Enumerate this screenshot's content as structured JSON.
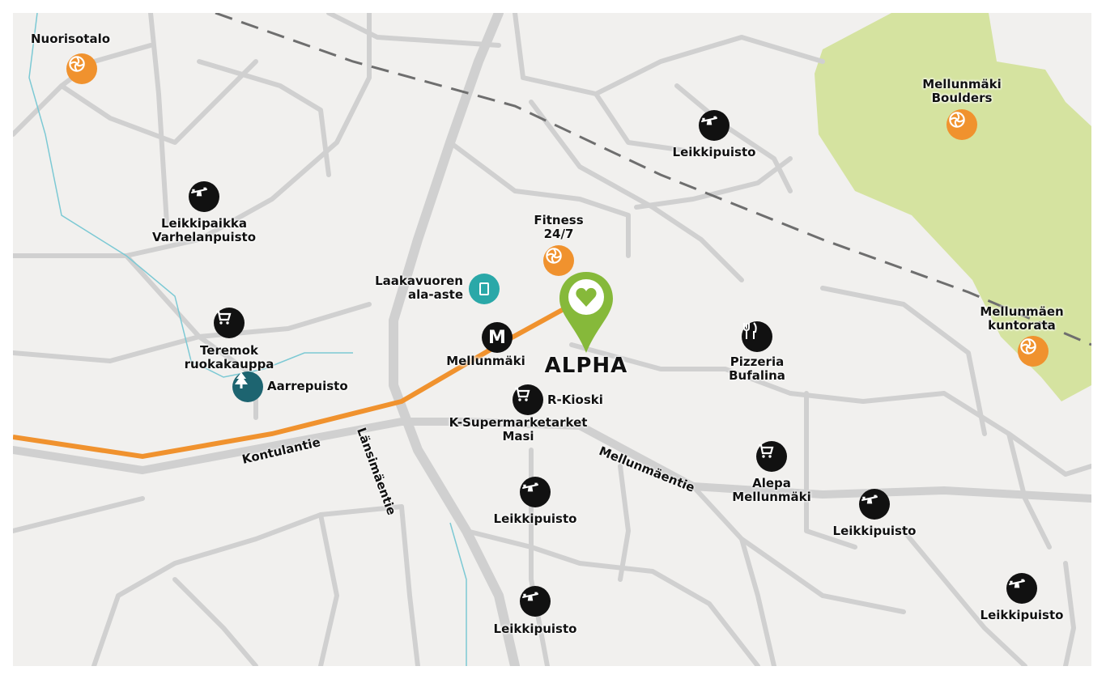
{
  "colors": {
    "background": "#f1f0ee",
    "road": "#d0d0d0",
    "metro_line": "#f0922e",
    "park": "#d5e3a0",
    "pin": "#86b93a",
    "stream": "#7cc9d4",
    "sports": "#f0922e",
    "school": "#2aa8a8",
    "park_icon": "#1d6470"
  },
  "destination": {
    "label": "ALPHA",
    "icon": "heart-pin-icon"
  },
  "streets": {
    "kontulantie": "Kontulantie",
    "lansimaentie": "Länsimäentie",
    "mellunmaentie": "Mellunmäentie"
  },
  "pois": {
    "nuorisotalo": {
      "label": "Nuorisotalo",
      "icon": "sports-icon"
    },
    "boulders": {
      "line1": "Mellunmäki",
      "line2": "Boulders",
      "icon": "sports-icon"
    },
    "leikkipuisto_ne": {
      "label": "Leikkipuisto",
      "icon": "playground-icon"
    },
    "varhelanpuisto": {
      "line1": "Leikkipaikka",
      "line2": "Varhelanpuisto",
      "icon": "playground-icon"
    },
    "fitness": {
      "line1": "Fitness",
      "line2": "24/7",
      "icon": "sports-icon"
    },
    "school": {
      "line1": "Laakavuoren",
      "line2": "ala-aste",
      "icon": "book-icon"
    },
    "teremok": {
      "line1": "Teremok",
      "line2": "ruokakauppa",
      "icon": "cart-icon"
    },
    "aarrepuisto": {
      "label": "Aarrepuisto",
      "icon": "tree-icon"
    },
    "metro": {
      "label": "Mellunmäki",
      "icon": "metro-icon",
      "glyph": "M"
    },
    "pizzeria": {
      "line1": "Pizzeria",
      "line2": "Bufalina",
      "icon": "fork-knife-icon"
    },
    "kuntorata": {
      "line1": "Mellunmäen",
      "line2": "kuntorata",
      "icon": "sports-icon"
    },
    "rkioski": {
      "label": "R-Kioski",
      "icon": "cart-icon"
    },
    "ksupermarket": {
      "line1": "K-Supermarketarket",
      "line2": "Masi"
    },
    "alepa": {
      "line1": "Alepa",
      "line2": "Mellunmäki",
      "icon": "cart-icon"
    },
    "leikkipuisto_c": {
      "label": "Leikkipuisto",
      "icon": "playground-icon"
    },
    "leikkipuisto_e": {
      "label": "Leikkipuisto",
      "icon": "playground-icon"
    },
    "leikkipuisto_s": {
      "label": "Leikkipuisto",
      "icon": "playground-icon"
    },
    "leikkipuisto_se": {
      "label": "Leikkipuisto",
      "icon": "playground-icon"
    }
  }
}
